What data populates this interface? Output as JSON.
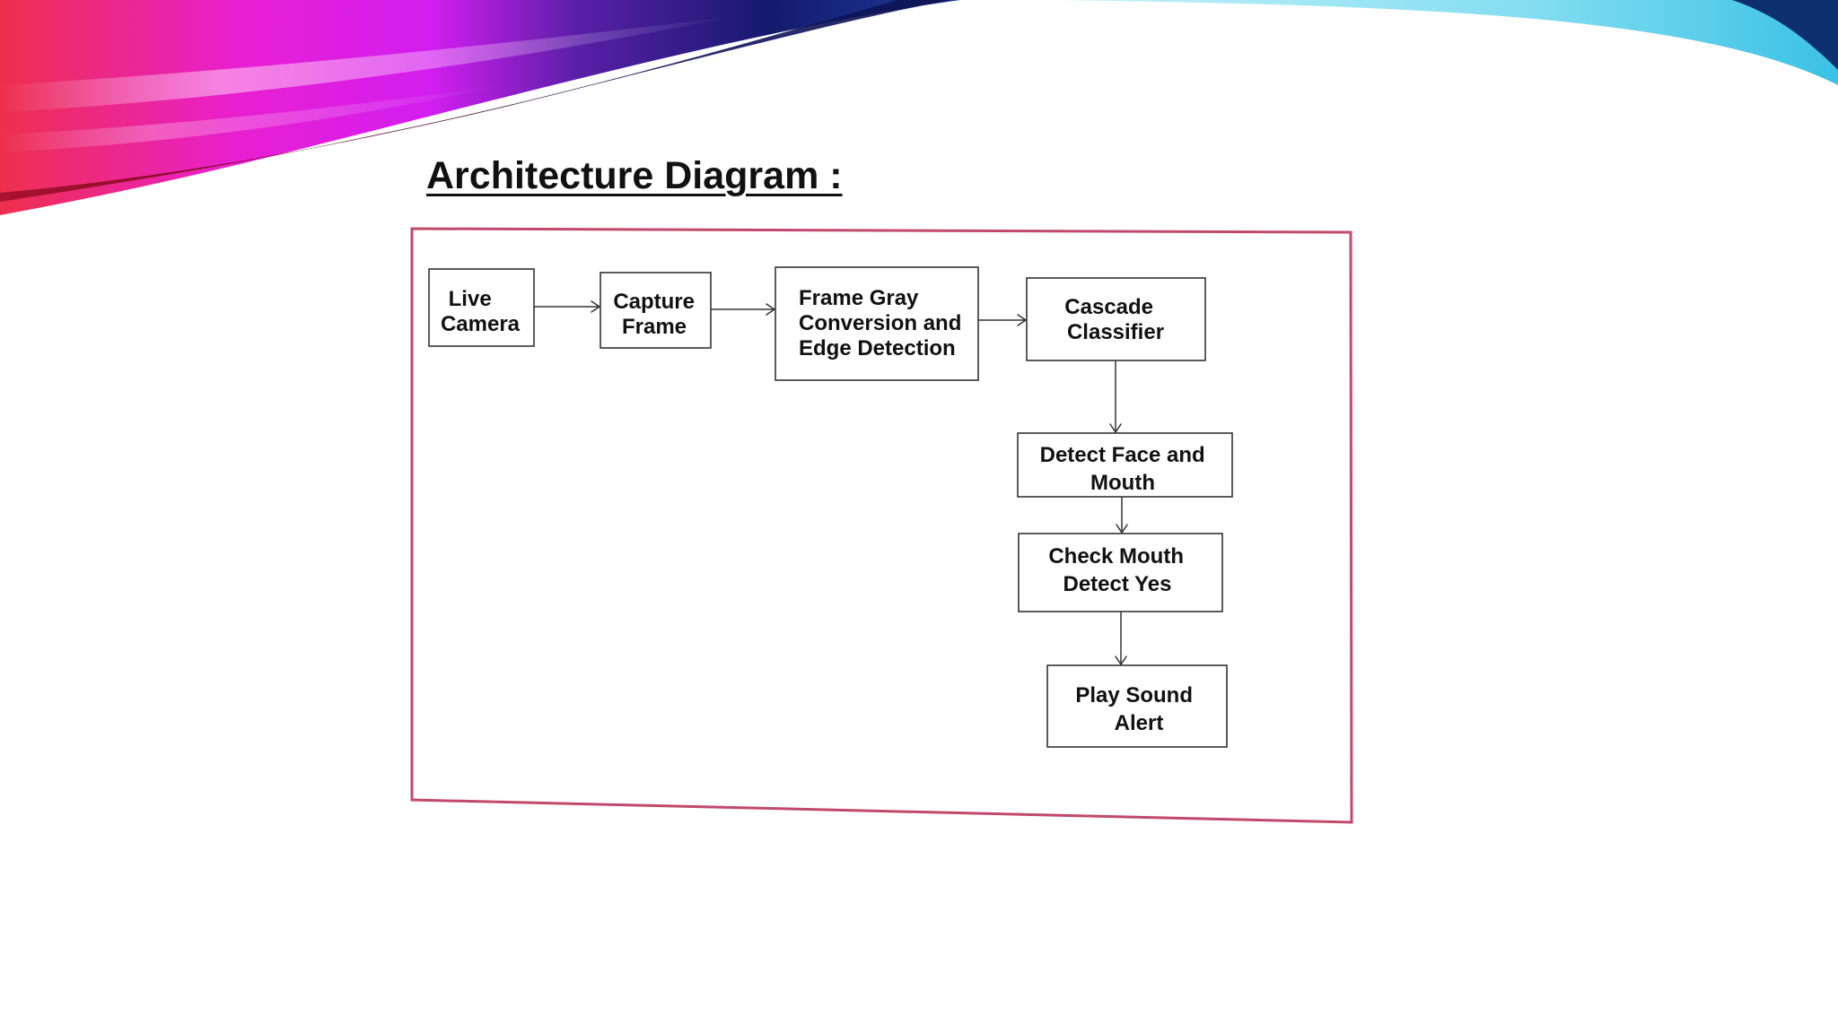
{
  "slide": {
    "title": "Architecture Diagram :"
  },
  "colors": {
    "frame_border": "#c2496b",
    "swoosh_magenta": "#e81fd2",
    "swoosh_red": "#ee2f4c",
    "swoosh_dark_red": "#6b0318",
    "swoosh_navy": "#141a6e",
    "swoosh_cyan": "#2ec8e6"
  },
  "diagram": {
    "nodes": {
      "live_camera": {
        "lines": [
          "Live",
          "Camera"
        ]
      },
      "capture_frame": {
        "lines": [
          "Capture",
          "Frame"
        ]
      },
      "gray_edge": {
        "lines": [
          "Frame Gray",
          "Conversion and",
          "Edge Detection"
        ]
      },
      "cascade_classifier": {
        "lines": [
          "Cascade",
          "Classifier"
        ]
      },
      "detect_face_mouth": {
        "lines": [
          "Detect Face and",
          "Mouth"
        ]
      },
      "check_mouth": {
        "lines": [
          "Check Mouth",
          "Detect Yes"
        ]
      },
      "play_sound": {
        "lines": [
          "Play Sound",
          "Alert"
        ]
      }
    }
  }
}
